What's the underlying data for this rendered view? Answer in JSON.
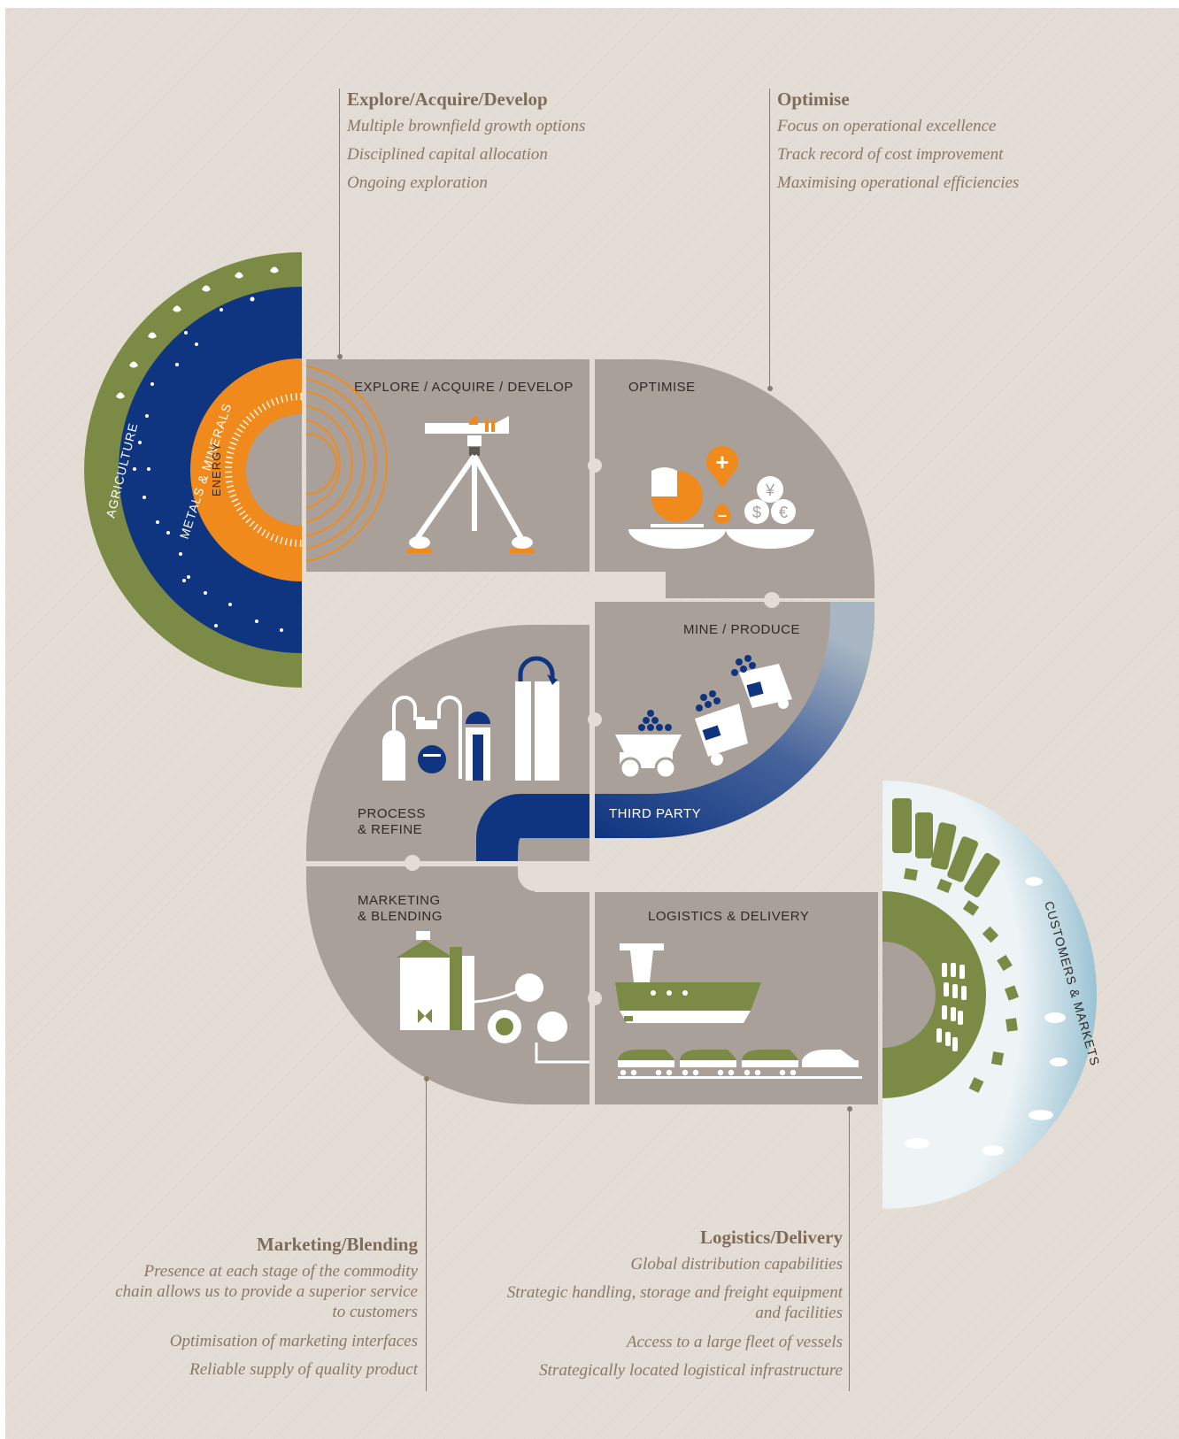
{
  "callouts": {
    "explore": {
      "title": "Explore/Acquire/Develop",
      "items": [
        "Multiple brownfield growth options",
        "Disciplined capital allocation",
        "Ongoing exploration"
      ]
    },
    "optimise": {
      "title": "Optimise",
      "items": [
        "Focus on operational excellence",
        "Track record of cost improvement",
        "Maximising operational efficiencies"
      ]
    },
    "marketing": {
      "title": "Marketing/Blending",
      "items": [
        "Presence at each stage of the commodity chain allows us to provide a superior service to customers",
        "Optimisation of marketing interfaces",
        "Reliable supply of quality product"
      ]
    },
    "logistics": {
      "title": "Logistics/Delivery",
      "items": [
        "Global distribution capabilities",
        "Strategic handling, storage and freight equipment and facilities",
        "Access to a large fleet of vessels",
        "Strategically located logistical infrastructure"
      ]
    }
  },
  "stages": {
    "explore": "EXPLORE / ACQUIRE / DEVELOP",
    "optimise": "OPTIMISE",
    "mine": "MINE / PRODUCE",
    "process_1": "PROCESS",
    "process_2": "& REFINE",
    "third_party": "THIRD PARTY",
    "marketing_1": "MARKETING",
    "marketing_2": "& BLENDING",
    "logistics": "LOGISTICS & DELIVERY"
  },
  "rings": {
    "agriculture": "AGRICULTURE",
    "metals": "METALS & MINERALS",
    "energy": "ENERGY",
    "customers": "CUSTOMERS & MARKETS"
  },
  "currency": {
    "yen": "¥",
    "dollar": "$",
    "euro": "€",
    "plus": "+",
    "minus": "–"
  },
  "colors": {
    "page": "#e4ddd5",
    "tile": "#a9a09a",
    "navy": "#0f3580",
    "orange": "#f08a1c",
    "olive": "#7b8a45",
    "sky": "#a8cad8",
    "text_dark": "#2f2a27"
  },
  "icons": [
    "drill-rig-icon",
    "scales-icon",
    "haul-truck-icon",
    "refinery-icon",
    "blending-plant-icon",
    "ship-icon",
    "train-icon",
    "city-icon",
    "wheat-icon"
  ]
}
